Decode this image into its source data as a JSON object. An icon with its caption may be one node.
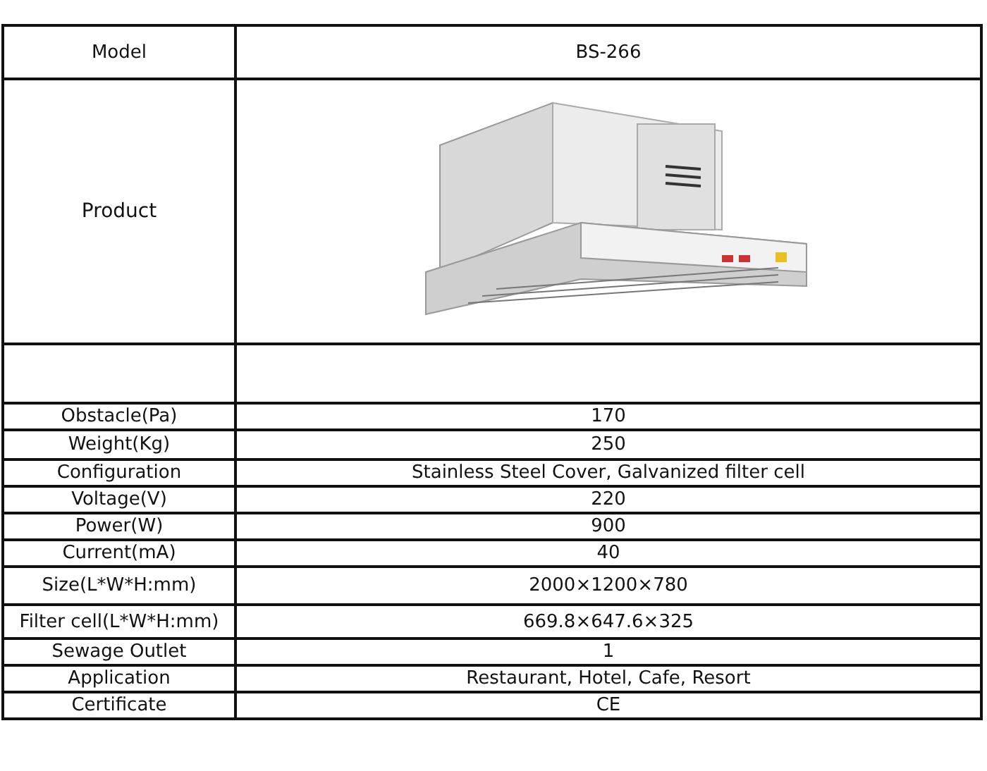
{
  "diagram": {
    "labels": [
      "Model",
      "BS-266",
      "Product",
      "Obstacle(Pa)",
      "170",
      "Weight(Kg)",
      "250",
      "Configuration",
      "Stainless Steel Cover, Galvanized filter cell",
      "Voltage(V)",
      "220",
      "Power(W)",
      "900",
      "Current(mA)",
      "40",
      "Size(L*W*H:mm)",
      "2000×1200×780",
      "Filter cell(L*W*H:mm)",
      "669.8×647.6×325",
      "Sewage Outlet",
      "1",
      "Application",
      "Restaurant, Hotel, Cafe, Resort",
      "Certificate",
      "CE"
    ]
  }
}
